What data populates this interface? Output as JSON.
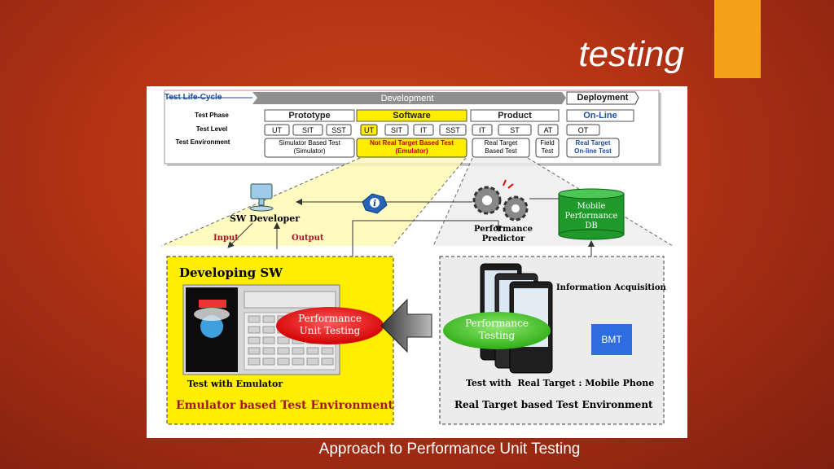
{
  "slide": {
    "title": "testing",
    "caption": "Approach to Performance Unit Testing",
    "accent_color": "#f4a21a"
  },
  "lifecycle": {
    "heading": "Test Life-Cycle",
    "development": "Development",
    "deployment": "Deployment",
    "row_labels": [
      "Test Phase",
      "Test Level",
      "Test Environment"
    ],
    "phases": [
      "Prototype",
      "Software",
      "Product",
      "On-Line"
    ],
    "levels": [
      "UT",
      "SIT",
      "SST",
      "UT",
      "SIT",
      "IT",
      "SST",
      "IT",
      "ST",
      "AT",
      "OT"
    ],
    "envs": [
      [
        "Simulator Based Test",
        "(Simulator)"
      ],
      [
        "Not Real Target Based Test",
        "(Emulator)"
      ],
      [
        "Real Target",
        "Based Test"
      ],
      [
        "Field",
        "Test"
      ],
      [
        "Real Target",
        "On-line Test"
      ]
    ]
  },
  "flow": {
    "sw_developer": "SW Developer",
    "input": "Input",
    "output": "Output",
    "predictor": [
      "Performance",
      "Predictor"
    ],
    "db": [
      "Mobile",
      "Performance",
      "DB"
    ],
    "info_acquisition": "Information Acquisition"
  },
  "emulator_env": {
    "developing": "Developing SW",
    "unit_testing": [
      "Performance",
      "Unit Testing"
    ],
    "test_with": "Test with Emulator",
    "title": "Emulator based Test Environment"
  },
  "target_env": {
    "perf_testing": [
      "Performance",
      "Testing"
    ],
    "bmt": "BMT",
    "test_with": "Test with  Real Target : Mobile Phone",
    "title": "Real Target based Test Environment"
  }
}
